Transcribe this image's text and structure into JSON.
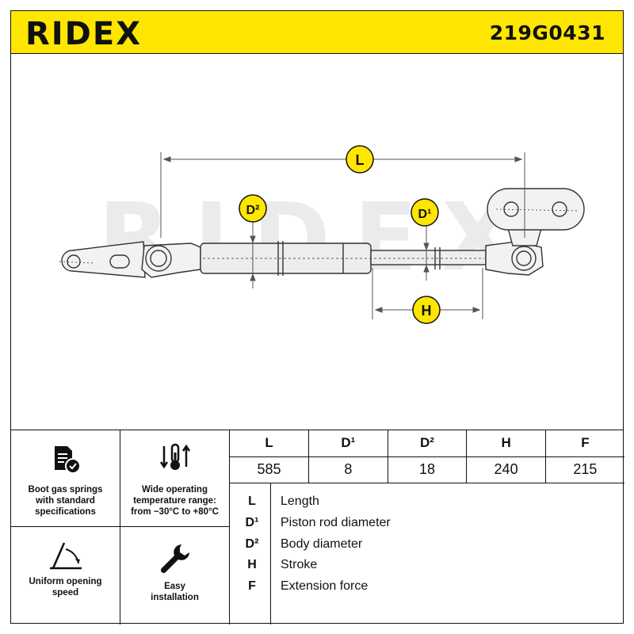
{
  "header": {
    "brand": "RIDEX",
    "part_number": "219G0431",
    "background_color": "#ffe600"
  },
  "drawing": {
    "watermark": "RIDEX",
    "dimension_labels": {
      "L": "L",
      "D2": "D²",
      "D1": "D¹",
      "H": "H"
    },
    "badge_color": "#ffe600"
  },
  "features": [
    {
      "icon": "document-check-icon",
      "label_lines": [
        "Boot gas springs",
        "with standard",
        "specifications"
      ]
    },
    {
      "icon": "temperature-arrows-icon",
      "label_lines": [
        "Wide operating",
        "temperature range:",
        "from −30°C to +80°C"
      ]
    },
    {
      "icon": "opening-angle-icon",
      "label_lines": [
        "Uniform opening",
        "speed"
      ]
    },
    {
      "icon": "wrench-icon",
      "label_lines": [
        "Easy",
        "installation"
      ]
    }
  ],
  "specs": {
    "headers": [
      "L",
      "D¹",
      "D²",
      "H",
      "F"
    ],
    "values": [
      "585",
      "8",
      "18",
      "240",
      "215"
    ]
  },
  "legend": [
    {
      "code": "L",
      "description": "Length"
    },
    {
      "code": "D¹",
      "description": "Piston rod diameter"
    },
    {
      "code": "D²",
      "description": "Body diameter"
    },
    {
      "code": "H",
      "description": "Stroke"
    },
    {
      "code": "F",
      "description": "Extension force"
    }
  ]
}
